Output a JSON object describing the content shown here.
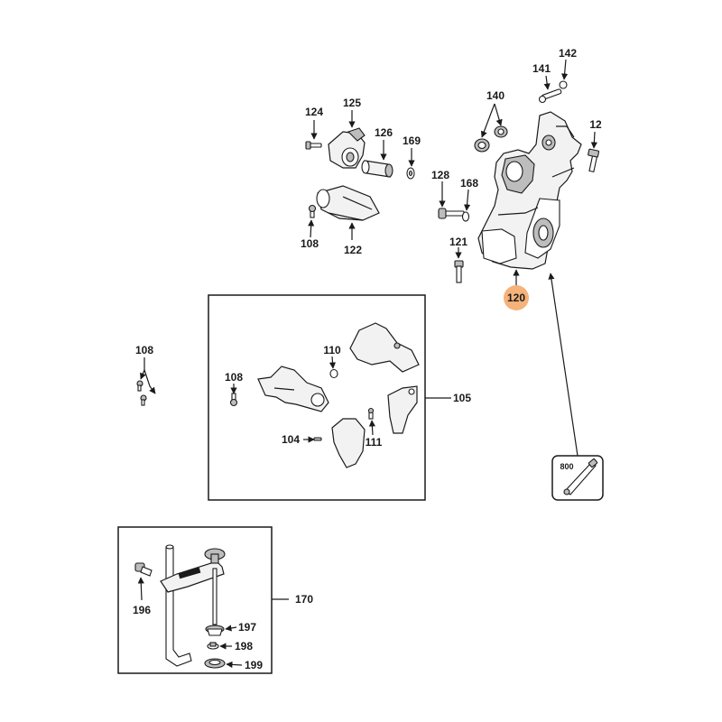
{
  "highlight_color": "#f5b27a",
  "callouts": {
    "p142": "142",
    "p141": "141",
    "p140": "140",
    "p12": "12",
    "p124": "124",
    "p125": "125",
    "p126": "126",
    "p169": "169",
    "p128": "128",
    "p168": "168",
    "p121": "121",
    "p120": "120",
    "p108a": "108",
    "p122": "122",
    "p108b": "108",
    "p110": "110",
    "p108c": "108",
    "p105": "105",
    "p104": "104",
    "p111": "111",
    "p800": "800",
    "p196": "196",
    "p170": "170",
    "p197": "197",
    "p198": "198",
    "p199": "199"
  }
}
